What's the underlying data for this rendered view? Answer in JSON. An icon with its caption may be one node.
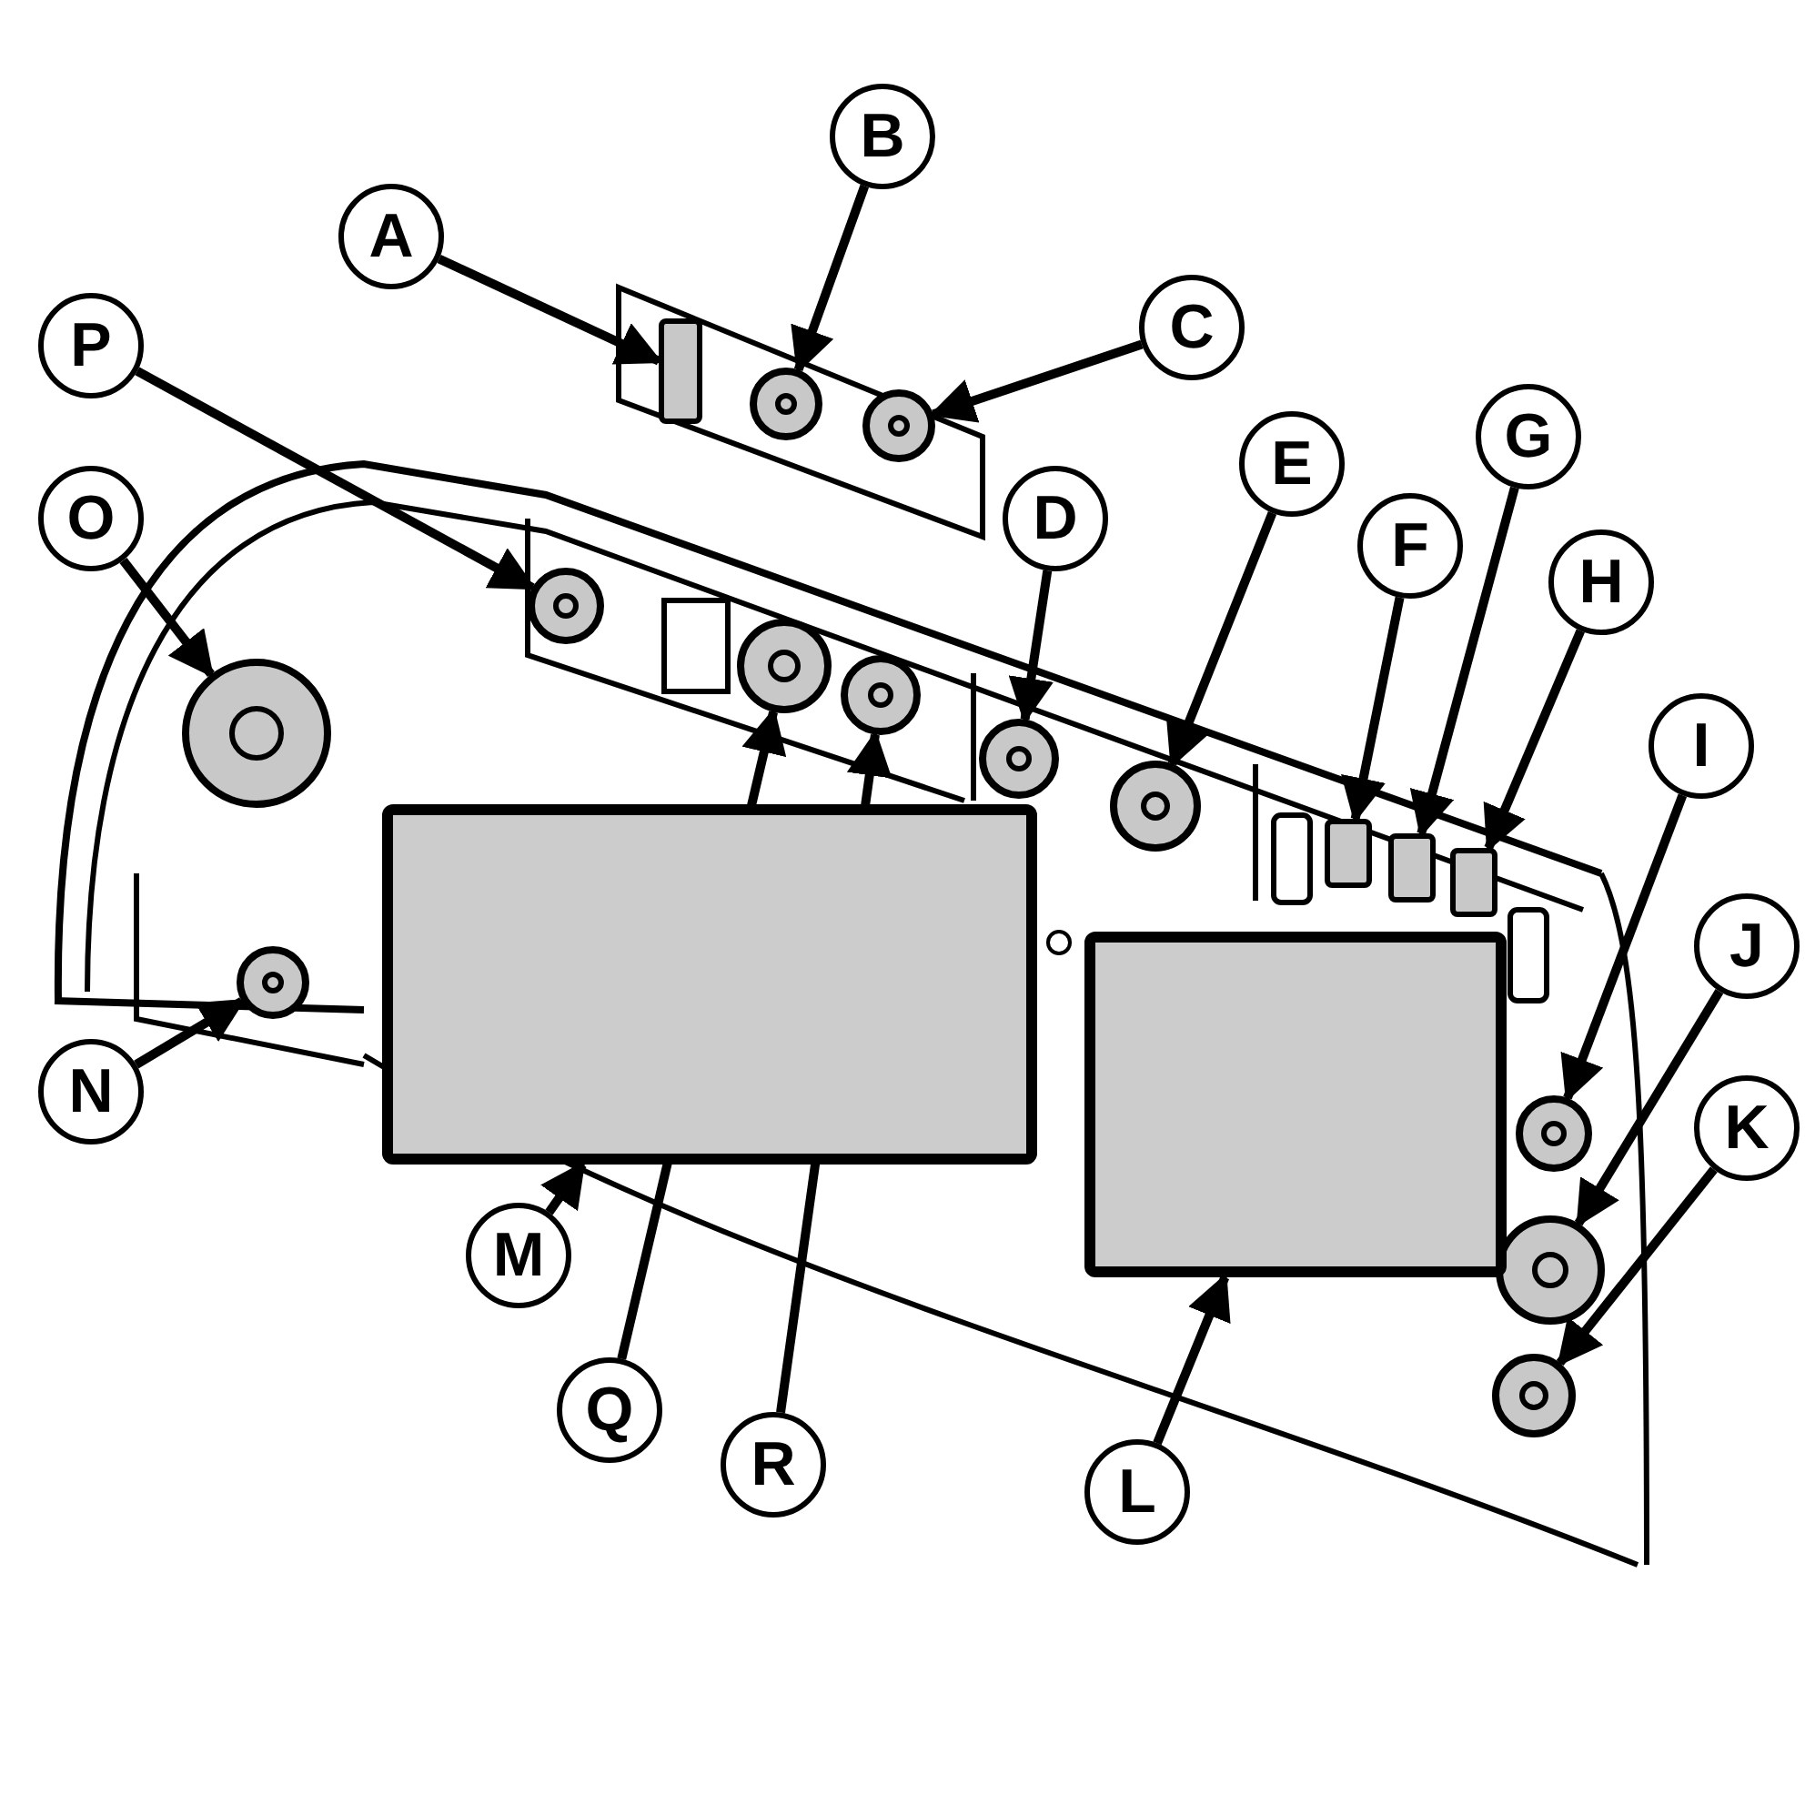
{
  "diagram": {
    "nodes": [
      {
        "text": [
          "A"
        ]
      },
      {
        "text": [
          "B"
        ]
      },
      {
        "text": [
          "C"
        ]
      },
      {
        "text": [
          "D"
        ]
      },
      {
        "text": [
          "E"
        ]
      },
      {
        "text": [
          "F"
        ]
      },
      {
        "text": [
          "G"
        ]
      },
      {
        "text": [
          "H"
        ]
      },
      {
        "text": [
          "I"
        ]
      },
      {
        "text": [
          "J"
        ]
      },
      {
        "text": [
          "K"
        ]
      },
      {
        "text": [
          "L"
        ]
      },
      {
        "text": [
          "M"
        ]
      },
      {
        "text": [
          "N"
        ]
      },
      {
        "text": [
          "O"
        ]
      },
      {
        "text": [
          "P"
        ]
      },
      {
        "text": [
          "Q"
        ]
      },
      {
        "text": [
          "R"
        ]
      },
      {
        "text": [],
        "shape": "box"
      },
      {
        "text": [],
        "shape": "circle"
      },
      {
        "text": [],
        "shape": "circle"
      },
      {
        "text": [],
        "shape": "circle"
      },
      {
        "text": [],
        "shape": "circle"
      },
      {
        "text": [],
        "shape": "box"
      },
      {
        "text": [],
        "shape": "box"
      },
      {
        "text": [],
        "shape": "box"
      },
      {
        "text": [],
        "shape": "circle"
      },
      {
        "text": [],
        "shape": "circle"
      },
      {
        "text": [],
        "shape": "circle"
      },
      {
        "text": [],
        "shape": "box"
      },
      {
        "text": [],
        "shape": "box"
      },
      {
        "text": [],
        "shape": "circle"
      },
      {
        "text": [],
        "shape": "circle"
      },
      {
        "text": [],
        "shape": "circle"
      },
      {
        "text": [],
        "shape": "circle"
      },
      {
        "text": [],
        "shape": "circle"
      }
    ],
    "edges": [
      {
        "from": 0,
        "to": 18,
        "arrow": "to"
      },
      {
        "from": 1,
        "to": 19,
        "arrow": "to"
      },
      {
        "from": 2,
        "to": 20,
        "arrow": "to"
      },
      {
        "from": 3,
        "to": 21,
        "arrow": "to"
      },
      {
        "from": 4,
        "to": 22,
        "arrow": "to"
      },
      {
        "from": 5,
        "to": 23,
        "arrow": "to"
      },
      {
        "from": 6,
        "to": 24,
        "arrow": "to"
      },
      {
        "from": 7,
        "to": 25,
        "arrow": "to"
      },
      {
        "from": 8,
        "to": 26,
        "arrow": "to"
      },
      {
        "from": 9,
        "to": 27,
        "arrow": "to"
      },
      {
        "from": 10,
        "to": 28,
        "arrow": "to"
      },
      {
        "from": 11,
        "to": 29,
        "arrow": "to"
      },
      {
        "from": 12,
        "to": 30,
        "arrow": "to"
      },
      {
        "from": 13,
        "to": 31,
        "arrow": "to"
      },
      {
        "from": 14,
        "to": 32,
        "arrow": "to"
      },
      {
        "from": 15,
        "to": 33,
        "arrow": "to"
      },
      {
        "from": 16,
        "to": 34,
        "arrow": "to"
      },
      {
        "from": 17,
        "to": 35,
        "arrow": "to"
      }
    ]
  }
}
